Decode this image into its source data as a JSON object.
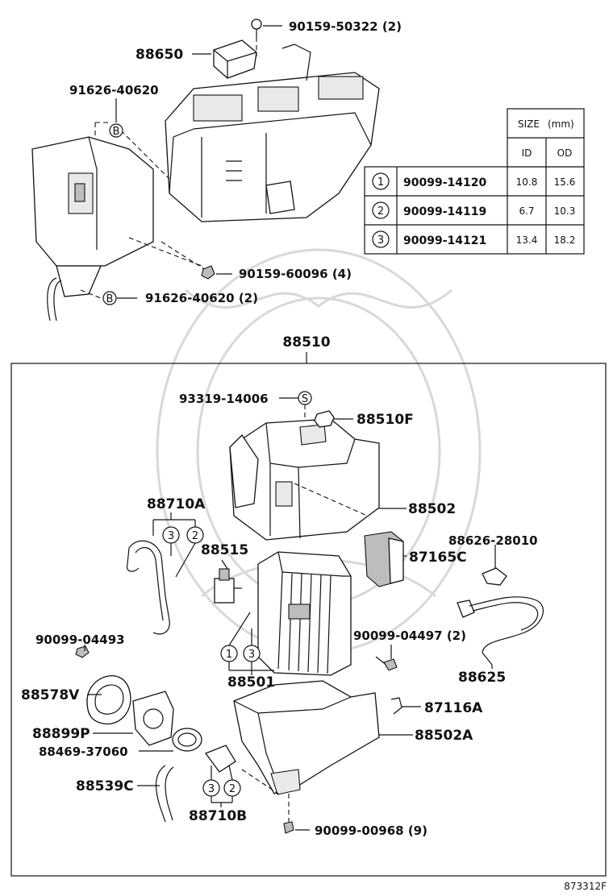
{
  "top_labels": {
    "screw_top": "90159-50322 (2)",
    "resistor": "88650",
    "clip_upper": "91626-40620",
    "bolt_mid": "90159-60096 (4)",
    "clip_lower": "91626-40620 (2)",
    "clip_marker": "B"
  },
  "size_table": {
    "header_size": "SIZE",
    "header_unit": "(mm)",
    "header_id": "ID",
    "header_od": "OD",
    "rows": [
      {
        "index": "1",
        "part": "90099-14120",
        "id": "10.8",
        "od": "15.6"
      },
      {
        "index": "2",
        "part": "90099-14119",
        "id": "6.7",
        "od": "10.3"
      },
      {
        "index": "3",
        "part": "90099-14121",
        "id": "13.4",
        "od": "18.2"
      }
    ]
  },
  "assembly": {
    "title": "88510",
    "screw_s": "93319-14006",
    "screw_marker": "S",
    "switch_top": "88510F",
    "case_upper": "88502",
    "tube_a": "88710A",
    "valve": "88515",
    "resistor_b": "87165C",
    "sensor": "88626-28010",
    "bolt_left": "90099-04493",
    "bolt_right": "90099-04497 (2)",
    "harness": "88625",
    "evaporator": "88501",
    "seal_v": "88578V",
    "clip_c": "87116A",
    "plate_p": "88899P",
    "case_lower": "88502A",
    "oring": "88469-37060",
    "hose": "88539C",
    "tube_b": "88710B",
    "bolt_bottom": "90099-00968 (9)"
  },
  "ring_markers": {
    "one": "1",
    "two": "2",
    "three": "3"
  },
  "figure_code": "873312F"
}
